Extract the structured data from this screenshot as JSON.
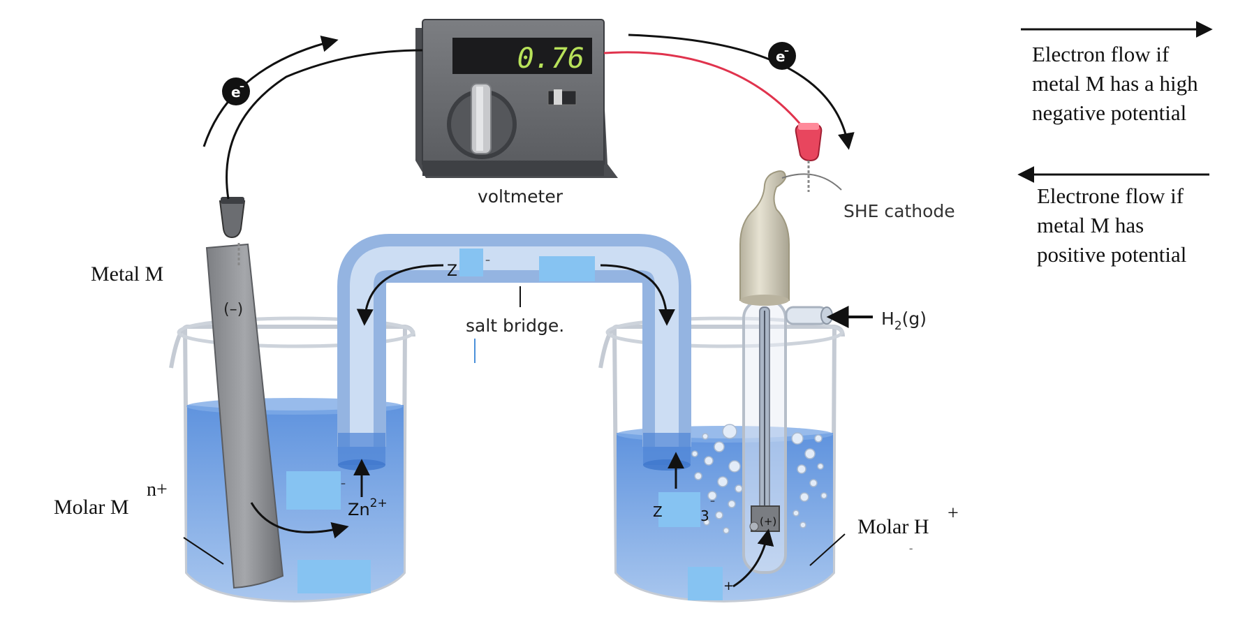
{
  "colors": {
    "solution_blue": "#6d9fe3",
    "tube_blue": "#a9c4e8",
    "wire_red": "#e0334d",
    "lcd_green": "#b8e25a",
    "label_box_blue": "#86c3f2",
    "meter_gray": "#5e6064"
  },
  "voltmeter": {
    "reading": "0.76",
    "label": "voltmeter"
  },
  "electron": {
    "symbol": "e",
    "charge": "–"
  },
  "labels": {
    "metal": "Metal M",
    "anode_sign": "(–)",
    "cathode_sign": "(+)",
    "salt_bridge": "salt bridge.",
    "she_cathode": "SHE cathode",
    "hydrogen_gas": "H",
    "hydrogen_sub": "2",
    "hydrogen_suffix": "(g)",
    "molar_m": "Molar M",
    "molar_m_sup": "n+",
    "molar_h": "Molar  H",
    "molar_h_sup": "+",
    "zn_ion": "Zn",
    "zn_ion_sup": "2+",
    "partial_z_top": "Z",
    "partial_sup_top": "–",
    "partial_dash_left": "–",
    "partial_z_right": "Z",
    "partial_3": "3",
    "partial_dash_right": "–",
    "partial_plus": "+",
    "stray_dash": "-"
  },
  "legend": {
    "high_negative": [
      "Electron flow if",
      "metal M has a high",
      "negative potential"
    ],
    "positive": [
      "Electrone flow if",
      "metal M has",
      "positive  potential"
    ]
  }
}
